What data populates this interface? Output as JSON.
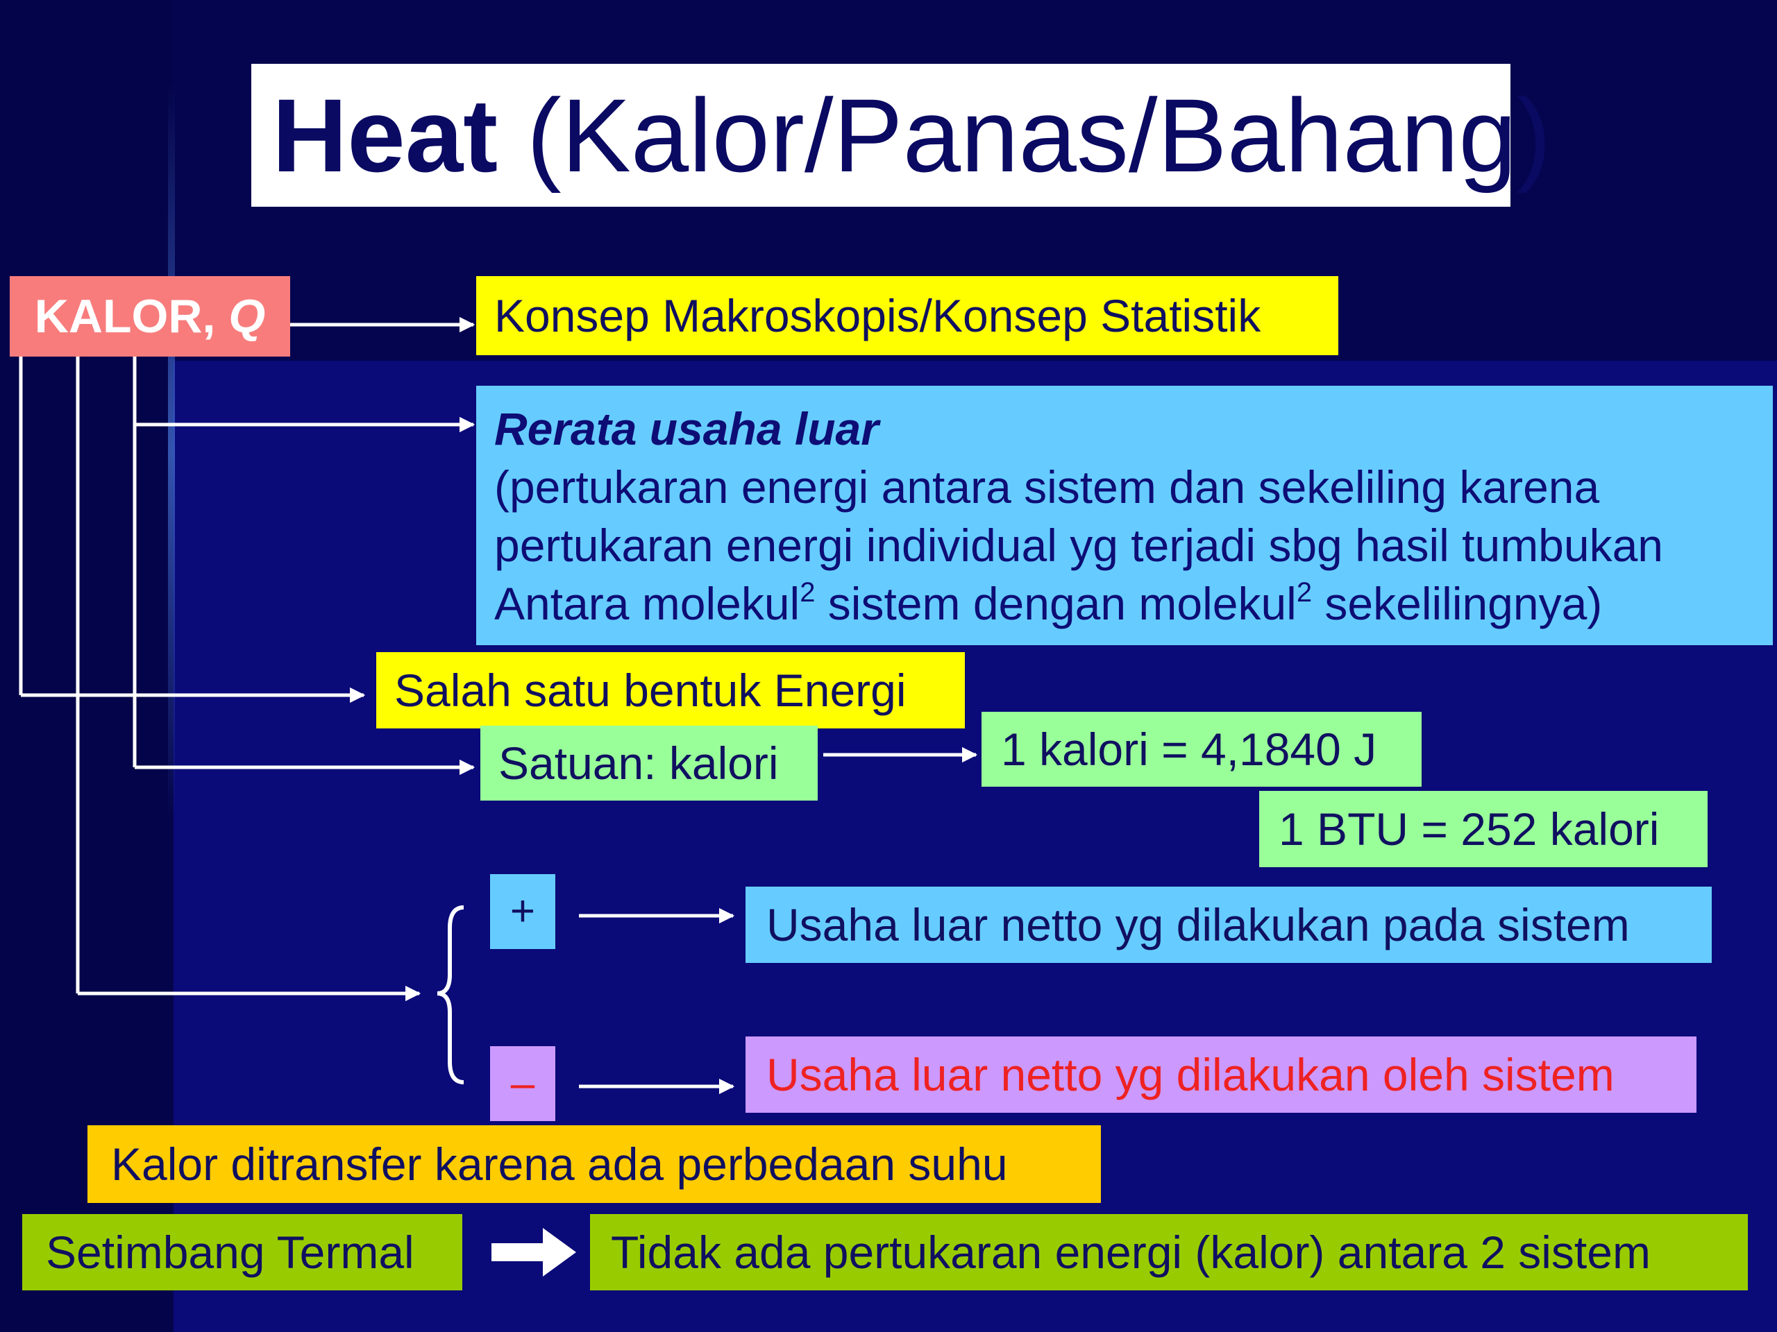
{
  "slide": {
    "title_bold": "Heat",
    "title_rest": " (Kalor/Panas/Bahang)",
    "kalor_label": "KALOR, ",
    "kalor_symbol": "Q",
    "konsep": "Konsep Makroskopis/Konsep Statistik",
    "rerata": {
      "heading": "Rerata usaha luar",
      "line1": "(pertukaran energi antara sistem dan sekeliling karena",
      "line2": "pertukaran energi individual yg terjadi sbg hasil tumbukan",
      "line3_a": "Antara molekul",
      "line3_sup1": "2",
      "line3_b": " sistem dengan molekul",
      "line3_sup2": "2",
      "line3_c": " sekelilingnya)"
    },
    "salah_satu": "Salah satu bentuk Energi",
    "satuan": "Satuan: kalori",
    "kalori_joule": "1 kalori = 4,1840 J",
    "btu": "1 BTU = 252 kalori",
    "plus_sign": "+",
    "minus_sign": "–",
    "usaha_pada": "Usaha luar netto yg dilakukan pada sistem",
    "usaha_oleh": "Usaha luar netto yg dilakukan oleh sistem",
    "transfer": "Kalor ditransfer karena ada perbedaan suhu",
    "setimbang": "Setimbang Termal",
    "tidak_ada": "Tidak ada pertukaran energi (kalor) antara 2 sistem"
  },
  "colors": {
    "background": "#0a0a78",
    "kalor_box": "#f87c7c",
    "yellow": "#ffff00",
    "light_blue": "#66ccff",
    "light_green": "#99ff99",
    "lavender": "#cc99ff",
    "orange": "#ffcc00",
    "olive_green": "#99cc00",
    "red_text": "#ee2222"
  }
}
